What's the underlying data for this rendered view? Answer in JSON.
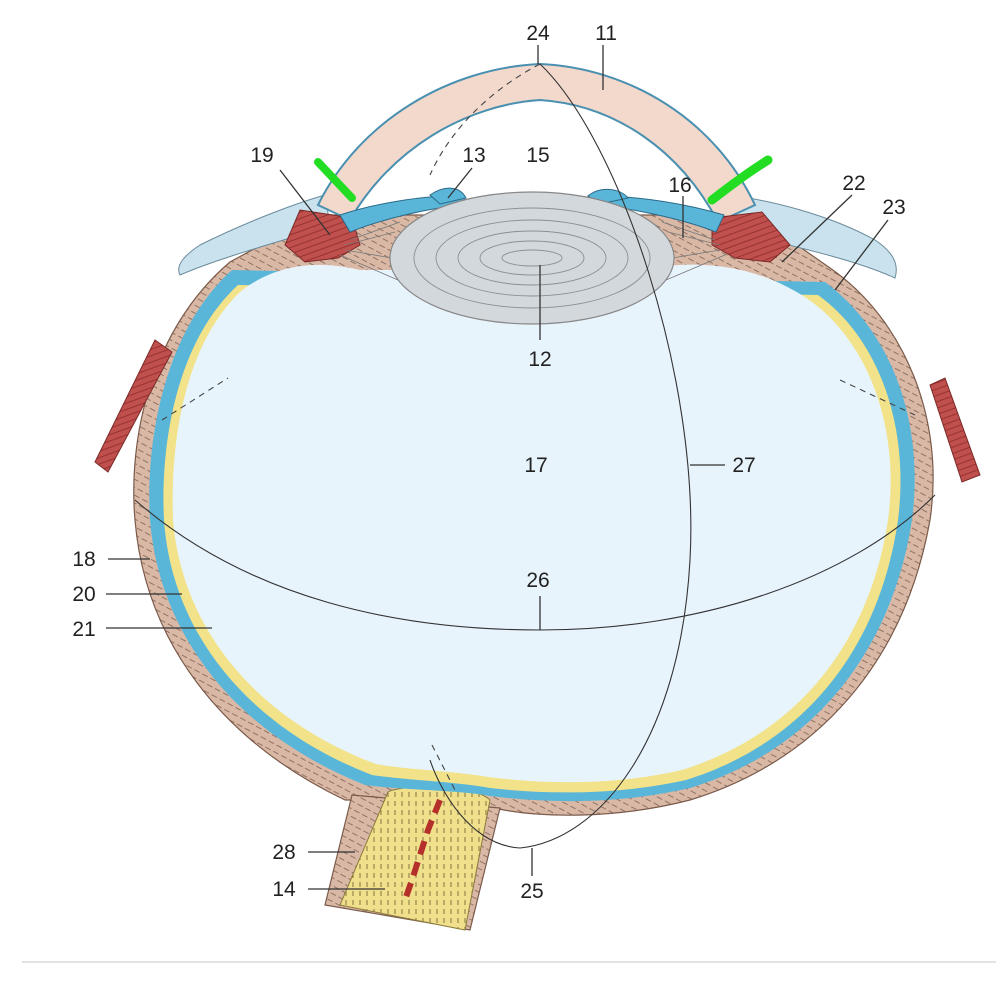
{
  "diagram": {
    "labels": {
      "l11": "11",
      "l12": "12",
      "l13": "13",
      "l14": "14",
      "l15": "15",
      "l16": "16",
      "l17": "17",
      "l18": "18",
      "l19": "19",
      "l20": "20",
      "l21": "21",
      "l22": "22",
      "l23": "23",
      "l24": "24",
      "l25": "25",
      "l26": "26",
      "l27": "27",
      "l28": "28"
    },
    "colors": {
      "vitreous": "#e8f4fc",
      "sclera": "#d9b9a6",
      "sclera_hatch": "#8a6a5a",
      "choroid": "#5ab6d8",
      "retina": "#f2e28a",
      "cornea": "#f3d9cc",
      "lens": "#d3d8dc",
      "ciliary_muscle": "#c0504d",
      "conjunctiva": "#b9d9e8",
      "optic_nerve": "#f0e08c",
      "highlight": "#22dd22",
      "ink": "#333333"
    }
  }
}
